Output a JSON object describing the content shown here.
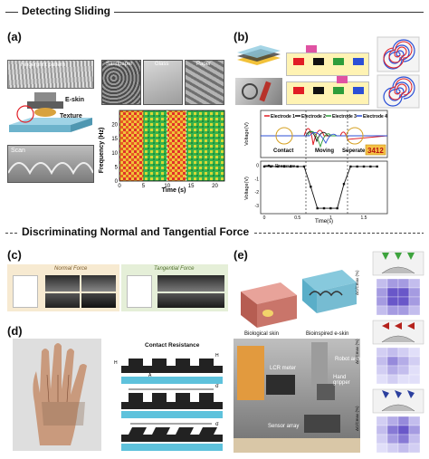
{
  "section1": {
    "title": "Detecting Sliding"
  },
  "section2": {
    "title": "Discriminating Normal and Tangential Force"
  },
  "panel_a": {
    "label": "(a)",
    "fingerprint_label": "Fingerprint pattern",
    "eskin_label": "E-skin",
    "texture_label": "Texture",
    "scan_label": "Scan",
    "sample_tabs": [
      "Sandpaper",
      "Glass",
      "Paper"
    ],
    "chart": {
      "ylabel": "Frequency (Hz)",
      "xlabel": "Time (s)"
    }
  },
  "panel_b": {
    "label": "(b)",
    "legend": [
      "Electrode 1",
      "Electrode 2",
      "Electrode 3",
      "Electrode 4"
    ],
    "stage_labels": [
      "Contact",
      "Moving",
      "Seperate"
    ],
    "counter": "3412",
    "chart": {
      "ylabel_top": "Voltage(V)",
      "ylabel_bottom": "Voltage(V)",
      "xlabel": "Time(s)",
      "series_name": "Pressure"
    }
  },
  "panel_c": {
    "label": "(c)",
    "normal_title": "Normal Force",
    "tangential_title": "Tangential Force"
  },
  "panel_d": {
    "label": "(d)",
    "title": "Contact Resistance",
    "h_base": "H",
    "h_pillar": "H",
    "area_pillar": "A",
    "sigma_y": "σ",
    "sigma_x": "σ"
  },
  "panel_e": {
    "label": "(e)",
    "bio_label": "Biological skin",
    "bioinspired_label": "Bioinspired e-skin",
    "robot_arm_label": "Robot arm",
    "hand_gripper_label": "Hand gripper",
    "lcr_label": "LCR meter",
    "sensor_array_label": "Sensor array",
    "heatmap_unit": "ΔC/Cmax (%)"
  },
  "chart_data": [
    {
      "type": "heatmap",
      "xlabel": "Time (s)",
      "ylabel": "Frequency (Hz)",
      "xlim": [
        0,
        22
      ],
      "ylim": [
        0,
        25
      ],
      "x_ticks": [
        0,
        5,
        10,
        15,
        20
      ],
      "y_ticks": [
        0,
        5,
        10,
        15,
        20
      ],
      "regions": [
        {
          "x_range": [
            0,
            5
          ],
          "dominant": "red-yellow"
        },
        {
          "x_range": [
            5,
            10
          ],
          "dominant": "green"
        },
        {
          "x_range": [
            10,
            14
          ],
          "dominant": "red-yellow"
        },
        {
          "x_range": [
            14,
            22
          ],
          "dominant": "green"
        }
      ]
    },
    {
      "type": "line",
      "xlabel": "Time(s)",
      "ylabel": "Voltage(V)",
      "x_ticks": [
        0,
        0.5,
        1,
        1.5
      ],
      "y_ticks": [
        -3,
        -2,
        -1,
        0
      ],
      "series": [
        {
          "name": "Pressure",
          "x": [
            0,
            0.1,
            0.2,
            0.3,
            0.4,
            0.5,
            0.6,
            0.7,
            0.8,
            0.9,
            1.0,
            1.1,
            1.2,
            1.3,
            1.4,
            1.5,
            1.6,
            1.7
          ],
          "y": [
            -0.1,
            -0.1,
            -0.1,
            -0.1,
            -0.1,
            -0.1,
            -0.1,
            -1.6,
            -3.2,
            -3.2,
            -3.2,
            -3.2,
            -1.4,
            -0.1,
            -0.1,
            -0.1,
            -0.1,
            -0.1
          ]
        }
      ]
    }
  ],
  "colors": {
    "electrode1": "#e11d24",
    "electrode2": "#111111",
    "electrode3": "#2e9d3a",
    "electrode4": "#2b4fd6",
    "counter_bg": "#f6c146",
    "panel_c_left": "#f7ead1",
    "panel_c_right": "#e5efd8",
    "skin": "#c99a7d"
  }
}
